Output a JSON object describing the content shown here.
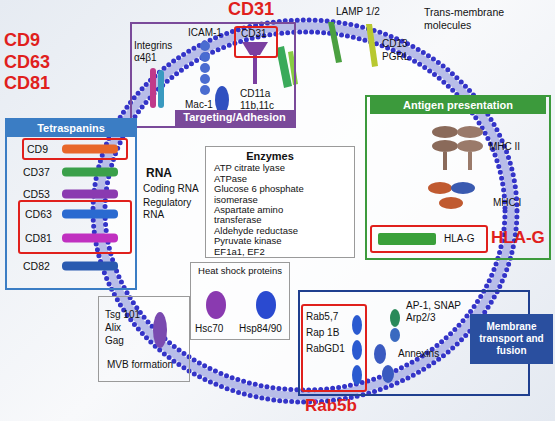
{
  "diagram": {
    "nodes": [
      {
        "text": [
          "Targeting/Adhesion",
          "Integrins α4β1",
          "ICAM-1",
          "Mac-1",
          "CD11a 11b,11c"
        ]
      },
      {
        "text": [
          "CD31"
        ],
        "in": 0
      },
      {
        "text": [
          "Tetraspanins",
          "CD37",
          "CD53",
          "CD82"
        ]
      },
      {
        "text": [
          "CD9"
        ],
        "in": 2
      },
      {
        "text": [
          "CD63",
          "CD81"
        ],
        "in": 2
      },
      {
        "text": [
          "Antigen presentation",
          "MHC II",
          "MHC I"
        ]
      },
      {
        "text": [
          "HLA-G"
        ],
        "in": 5
      },
      {
        "text": [
          "Membrane transport and fusion",
          "AP-1, SNAP Arp2/3",
          "Annexins"
        ]
      },
      {
        "text": [
          "Rab5,7 Rap 1B RabGD1"
        ],
        "in": 7
      },
      {
        "text": [
          "Enzymes",
          "ATP citrate lyase",
          "ATPase",
          "Glucose 6 phosphate isomerase",
          "Aspartate amino transferase",
          "Aldehyde reductase",
          "Pyruvate kinase",
          "EF1a1, EF2"
        ]
      },
      {
        "text": [
          "Heat shock proteins",
          "Hsc70",
          "Hsp84/90"
        ]
      },
      {
        "text": [
          "Tsg 101",
          "Alix",
          "Gag",
          "MVB formation"
        ]
      }
    ],
    "labels": [
      "CD9 CD63 CD81",
      "CD31",
      "LAMP 1/2",
      "CD13",
      "PGRL",
      "Trans-membrane molecules",
      "RNA",
      "Coding RNA",
      "Regulatory RNA",
      "HLA-G",
      "Rab5b"
    ]
  }
}
